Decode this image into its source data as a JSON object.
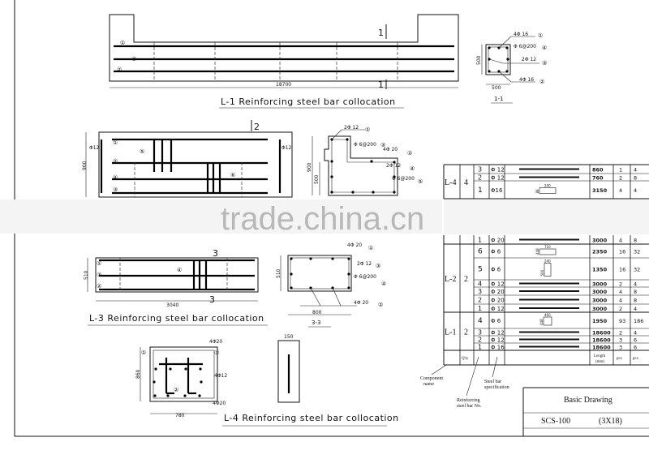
{
  "watermark": "trade.china.cn",
  "l1": {
    "title": "L-1 Reinforcing steel bar collocation",
    "length": "18700",
    "section_mark": "1",
    "labels": [
      "①",
      "③",
      "②"
    ]
  },
  "s11": {
    "title": "1-1",
    "height": "500",
    "width": "500",
    "callouts": [
      "4Φ 16",
      "Φ 6@200",
      "2Φ 12",
      "4Φ 16"
    ],
    "marks": [
      "①",
      "④",
      "③",
      "②"
    ]
  },
  "l2": {
    "section_mark": "2",
    "height": "900",
    "end_bar": "Φ12",
    "labels": [
      "①",
      "②",
      "④",
      "③",
      "⑤",
      "⑥"
    ]
  },
  "s22": {
    "height_outer": "900",
    "height_inner": "500",
    "callouts": [
      "2Φ 12",
      "Φ 6@200",
      "4Φ 20",
      "2Φ 12",
      "Φ 6@200"
    ],
    "marks": [
      "①",
      "③",
      "②",
      "④",
      "⑤"
    ]
  },
  "l3": {
    "title": "L-3 Reinforcing steel bar collocation",
    "length": "3040",
    "height": "510",
    "section_mark": "3",
    "labels": [
      "①",
      "③",
      "②",
      "④"
    ]
  },
  "s33": {
    "title": "3-3",
    "height": "510",
    "width": "800",
    "callouts": [
      "4Φ 20",
      "2Φ 12",
      "Φ 6@200",
      "4Φ 20"
    ],
    "marks": [
      "①",
      "③",
      "④",
      "②"
    ]
  },
  "l4": {
    "title": "L-4 Reinforcing steel bar collocation",
    "height": "860",
    "width": "780",
    "side_width": "150",
    "callouts": [
      "4Φ20",
      "4Φ12",
      "4Φ20"
    ],
    "marks": [
      "①",
      "③",
      "②"
    ]
  },
  "table": {
    "groups": [
      {
        "component": "L-4",
        "qty": "4",
        "rows": [
          {
            "no": "3",
            "spec": "Φ 12",
            "length": "860",
            "pcs1": "1",
            "pcs2": "4"
          },
          {
            "no": "2",
            "spec": "Φ 12",
            "length": "760",
            "pcs1": "2",
            "pcs2": "8"
          },
          {
            "no": "1",
            "spec": "Φ16",
            "length": "3150",
            "pcs1": "4",
            "pcs2": "4",
            "shape": {
              "w": "240",
              "h": "88"
            }
          }
        ]
      },
      {
        "component": "",
        "qty": "",
        "rows": [
          {
            "no": "1",
            "spec": "Φ 20",
            "length": "3000",
            "pcs1": "4",
            "pcs2": "8"
          }
        ]
      },
      {
        "component": "L-2",
        "qty": "2",
        "rows": [
          {
            "no": "6",
            "spec": "Φ 6",
            "length": "2350",
            "pcs1": "16",
            "pcs2": "32",
            "shape": {
              "w": "710",
              "h": "448"
            }
          },
          {
            "no": "5",
            "spec": "Φ 6",
            "length": "1350",
            "pcs1": "16",
            "pcs2": "32",
            "shape": {
              "w": "240",
              "h": "500"
            }
          },
          {
            "no": "4",
            "spec": "Φ 12",
            "length": "3000",
            "pcs1": "2",
            "pcs2": "4"
          },
          {
            "no": "3",
            "spec": "Φ 20",
            "length": "3000",
            "pcs1": "4",
            "pcs2": "8"
          },
          {
            "no": "2",
            "spec": "Φ 20",
            "length": "3000",
            "pcs1": "4",
            "pcs2": "8"
          },
          {
            "no": "1",
            "spec": "Φ 12",
            "length": "3000",
            "pcs1": "2",
            "pcs2": "4"
          }
        ]
      },
      {
        "component": "L-1",
        "qty": "2",
        "rows": [
          {
            "no": "4",
            "spec": "Φ 6",
            "length": "1950",
            "pcs1": "93",
            "pcs2": "186",
            "shape": {
              "w": "460",
              "h": "448"
            }
          },
          {
            "no": "3",
            "spec": "Φ 12",
            "length": "18600",
            "pcs1": "2",
            "pcs2": "4"
          },
          {
            "no": "2",
            "spec": "Φ 12",
            "length": "18600",
            "pcs1": "3",
            "pcs2": "6"
          },
          {
            "no": "1",
            "spec": "Φ 16",
            "length": "18600",
            "pcs1": "3",
            "pcs2": "6"
          }
        ]
      }
    ],
    "footer": {
      "qty": "Q'ty",
      "length": "Length",
      "length_unit": "(mm)",
      "pcs1": "pcs",
      "pcs2": "pcs"
    },
    "notes": {
      "component": [
        "Component",
        "name"
      ],
      "bar_no": [
        "Reinforcing",
        "steel bar No."
      ],
      "spec": [
        "Steel bar",
        "specification"
      ]
    }
  },
  "title_block": {
    "title": "Basic Drawing",
    "code": "SCS-100",
    "scale": "(3X18)"
  }
}
